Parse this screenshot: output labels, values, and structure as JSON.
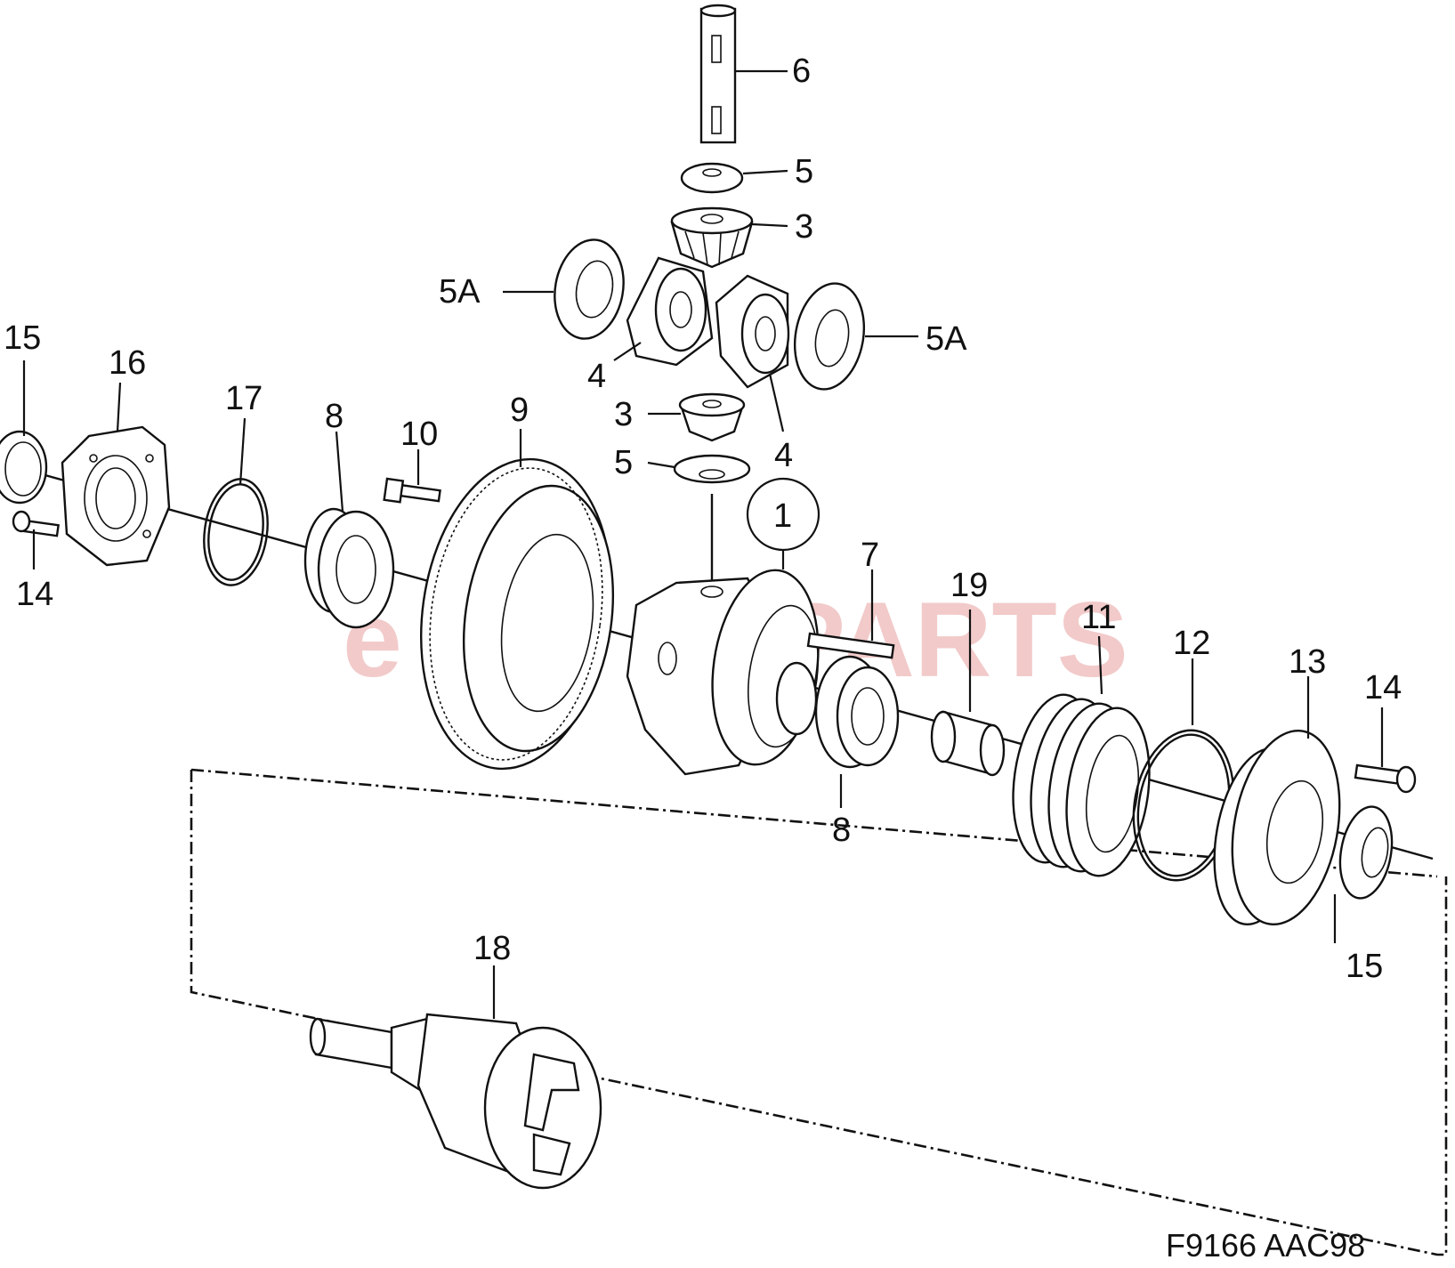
{
  "watermark": {
    "prefix": "e",
    "brand": "PARTS",
    "color": "#e8a0a0"
  },
  "caption": "F9166 AAC98",
  "callouts": {
    "n1": "1",
    "n3a": "3",
    "n3b": "3",
    "n4a": "4",
    "n4b": "4",
    "n5a": "5",
    "n5b": "5",
    "n5Aa": "5A",
    "n5Ab": "5A",
    "n6": "6",
    "n7": "7",
    "n8a": "8",
    "n8b": "8",
    "n9": "9",
    "n10": "10",
    "n11": "11",
    "n12": "12",
    "n13": "13",
    "n14a": "14",
    "n14b": "14",
    "n15a": "15",
    "n15b": "15",
    "n16": "16",
    "n17": "17",
    "n18": "18",
    "n19": "19"
  }
}
